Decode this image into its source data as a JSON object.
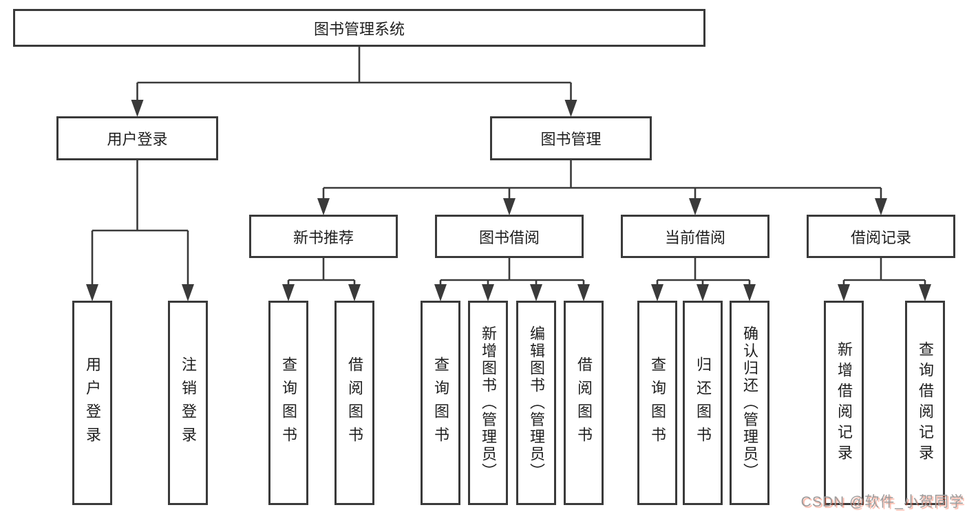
{
  "diagram": {
    "title": "图书管理系统",
    "watermark": "CSDN @软件_小贺同学",
    "colors": {
      "line": "#3a3a3a",
      "box_border": "#3a3a3a",
      "box_background": "#ffffff",
      "text": "#1f1f1f",
      "watermark_gray": "#9c9c9c",
      "watermark_red": "#fc5531"
    },
    "nodes": [
      {
        "id": "root",
        "label": "图书管理系统",
        "level": 1
      },
      {
        "id": "user-login",
        "label": "用户登录",
        "level": 2
      },
      {
        "id": "book-mgmt",
        "label": "图书管理",
        "level": 2
      },
      {
        "id": "new-book-rec",
        "label": "新书推荐",
        "level": 3
      },
      {
        "id": "book-borrow",
        "label": "图书借阅",
        "level": 3
      },
      {
        "id": "current-borrow",
        "label": "当前借阅",
        "level": 3
      },
      {
        "id": "borrow-records",
        "label": "借阅记录",
        "level": 3
      },
      {
        "id": "login",
        "label": "用户登录",
        "level": 4
      },
      {
        "id": "logout",
        "label": "注销登录",
        "level": 4
      },
      {
        "id": "nbr-query",
        "label": "查询图书",
        "level": 4
      },
      {
        "id": "nbr-borrow",
        "label": "借阅图书",
        "level": 4
      },
      {
        "id": "bb-query",
        "label": "查询图书",
        "level": 4
      },
      {
        "id": "bb-add",
        "label": "新增图书（管理员）",
        "level": 4
      },
      {
        "id": "bb-edit",
        "label": "编辑图书（管理员）",
        "level": 4
      },
      {
        "id": "bb-borrow",
        "label": "借阅图书",
        "level": 4
      },
      {
        "id": "cb-query",
        "label": "查询图书",
        "level": 4
      },
      {
        "id": "cb-return",
        "label": "归还图书",
        "level": 4
      },
      {
        "id": "cb-confirm",
        "label": "确认归还（管理员）",
        "level": 4
      },
      {
        "id": "br-add",
        "label": "新增借阅记录",
        "level": 4
      },
      {
        "id": "br-query",
        "label": "查询借阅记录",
        "level": 4
      }
    ],
    "edges": [
      [
        "root",
        "user-login"
      ],
      [
        "root",
        "book-mgmt"
      ],
      [
        "user-login",
        "login"
      ],
      [
        "user-login",
        "logout"
      ],
      [
        "book-mgmt",
        "new-book-rec"
      ],
      [
        "book-mgmt",
        "book-borrow"
      ],
      [
        "book-mgmt",
        "current-borrow"
      ],
      [
        "book-mgmt",
        "borrow-records"
      ],
      [
        "new-book-rec",
        "nbr-query"
      ],
      [
        "new-book-rec",
        "nbr-borrow"
      ],
      [
        "book-borrow",
        "bb-query"
      ],
      [
        "book-borrow",
        "bb-add"
      ],
      [
        "book-borrow",
        "bb-edit"
      ],
      [
        "book-borrow",
        "bb-borrow"
      ],
      [
        "current-borrow",
        "cb-query"
      ],
      [
        "current-borrow",
        "cb-return"
      ],
      [
        "current-borrow",
        "cb-confirm"
      ],
      [
        "borrow-records",
        "br-add"
      ],
      [
        "borrow-records",
        "br-query"
      ]
    ]
  }
}
